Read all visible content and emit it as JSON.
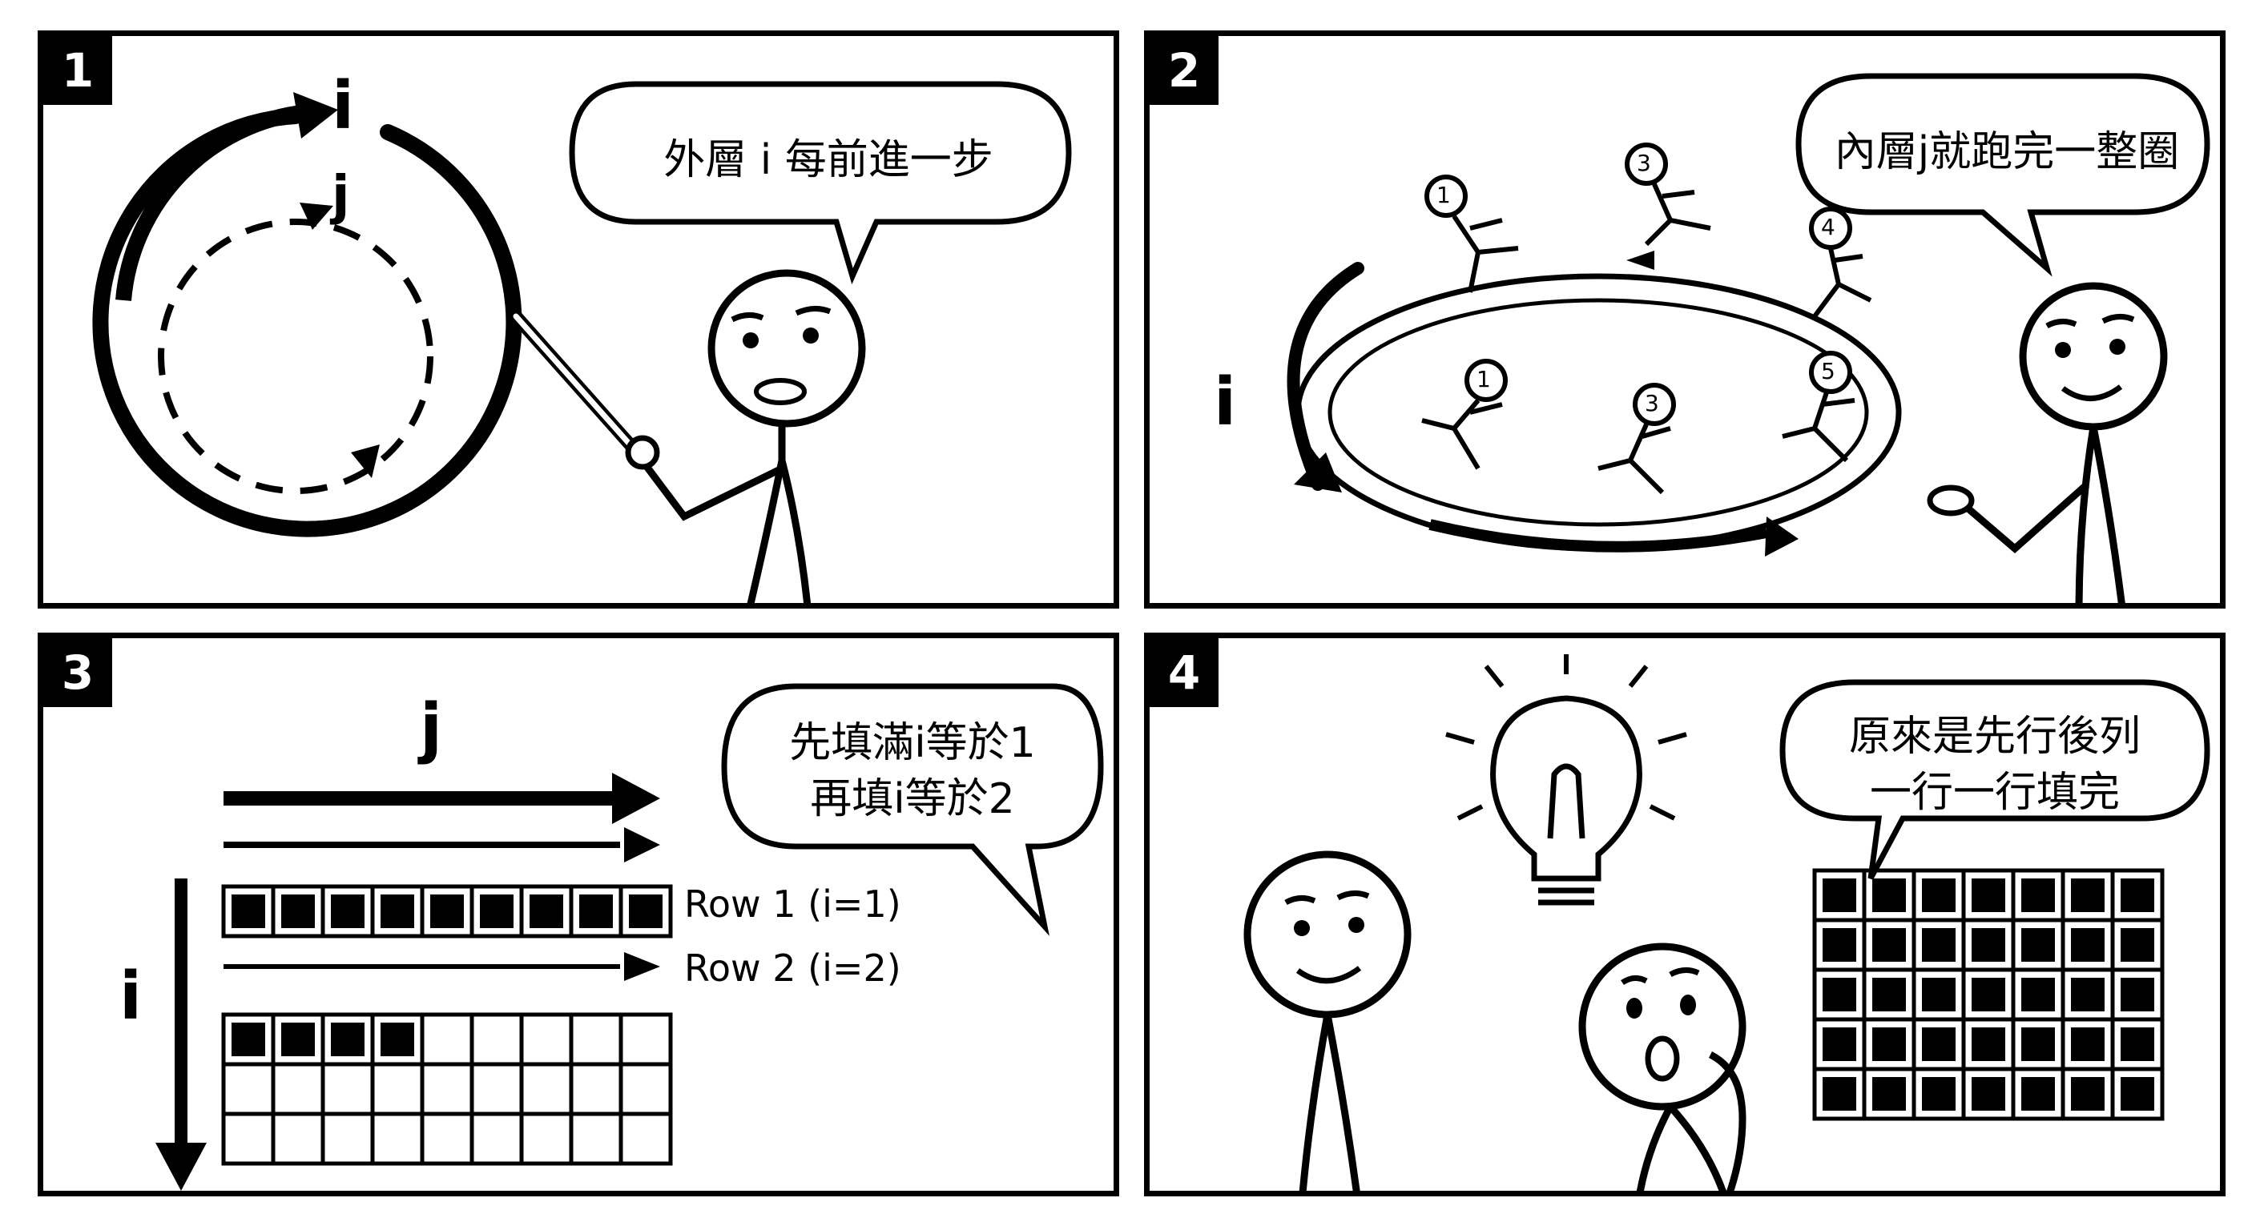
{
  "panels": [
    {
      "number": "1",
      "bubble": "外層 i 每前進一步",
      "outer_loop_label": "i",
      "inner_loop_label": "j"
    },
    {
      "number": "2",
      "bubble": "內層j就跑完一整圈",
      "loop_label": "i",
      "runner_numbers": [
        "1",
        "3",
        "4",
        "1",
        "3",
        "5"
      ]
    },
    {
      "number": "3",
      "bubble_line1": "先填滿i等於1",
      "bubble_line2": "再填i等於2",
      "axis_j": "j",
      "axis_i": "i",
      "row1_label": "Row 1 (i=1)",
      "row2_label": "Row 2 (i=2)",
      "grid_columns": 9,
      "row1_filled": 9,
      "row2_filled": 4
    },
    {
      "number": "4",
      "bubble_line1": "原來是先行後列",
      "bubble_line2": "一行一行填完",
      "grid_rows": 5,
      "grid_columns": 7
    }
  ],
  "colors": {
    "ink": "#000000",
    "paper": "#ffffff"
  }
}
